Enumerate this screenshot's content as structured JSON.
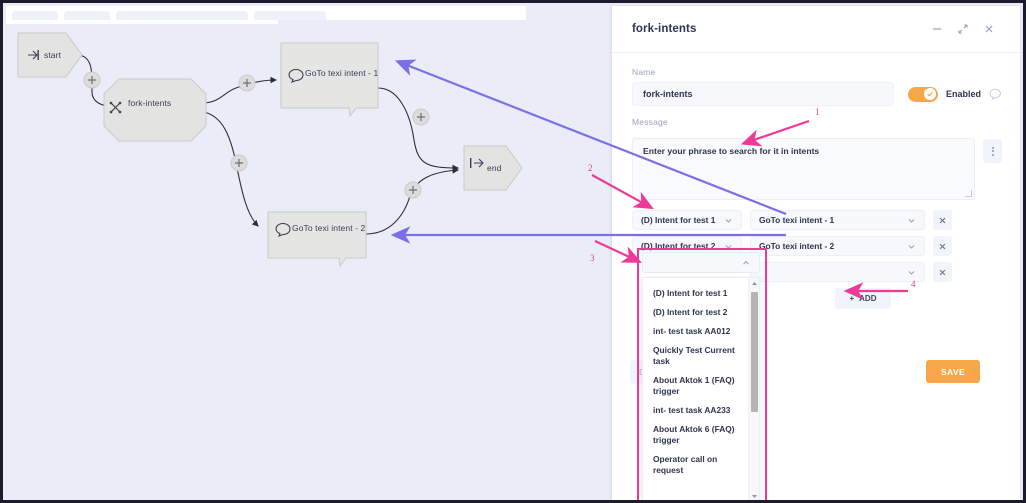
{
  "panel": {
    "title": "fork-intents",
    "window_controls": [
      {
        "name": "minimize-icon",
        "label": "minimize"
      },
      {
        "name": "expand-icon",
        "label": "expand"
      },
      {
        "name": "close-icon",
        "label": "close"
      }
    ],
    "name_field": {
      "label": "Name",
      "value": "fork-intents"
    },
    "toggle": {
      "label": "Enabled",
      "state": "on",
      "color": "#f7a64a"
    },
    "message_field": {
      "label": "Message",
      "value": "Enter your phrase to search for it in intents"
    },
    "kebab_menu": "more-options",
    "mapping_rows": [
      {
        "intent": "(D) Intent for test 1",
        "target": "GoTo texi intent - 1",
        "remove": "✕"
      },
      {
        "intent": "(D) Intent for test 2",
        "target": "GoTo texi intent - 2",
        "remove": "✕"
      },
      {
        "intent": "",
        "target": "",
        "remove": "✕"
      }
    ],
    "add_button": "ADD",
    "add_button_icon": "+",
    "save_button": "SAVE",
    "ghost_chip": "D"
  },
  "dropdown": {
    "open": true,
    "items": [
      "(D) Intent for test 1",
      "(D) Intent for test 2",
      "int- test task AA012",
      "Quickly Test Current task",
      "About Aktok 1 (FAQ) trigger",
      "int- test task AA233",
      "About Aktok 6 (FAQ) trigger",
      "Operator call on request"
    ]
  },
  "flow": {
    "nodes": [
      {
        "id": "start",
        "label": "start",
        "shape": "pentagon",
        "icon": "start-icon"
      },
      {
        "id": "fork-intents",
        "label": "fork-intents",
        "shape": "octagon",
        "icon": "fork-icon"
      },
      {
        "id": "goto-1",
        "label": "GoTo texi intent - 1",
        "shape": "speech-bubble",
        "icon": "message-icon"
      },
      {
        "id": "goto-2",
        "label": "GoTo texi intent - 2",
        "shape": "speech-bubble",
        "icon": "message-icon"
      },
      {
        "id": "end",
        "label": "end",
        "shape": "pentagon",
        "icon": "end-icon"
      }
    ],
    "plus_handles": 5
  },
  "annotations": {
    "numbers": [
      "1",
      "2",
      "3",
      "4"
    ],
    "arrow_color_pink": "#ee3a96",
    "arrow_color_purple": "#7b6fe8",
    "highlight_box_color": "#ee3a96"
  }
}
